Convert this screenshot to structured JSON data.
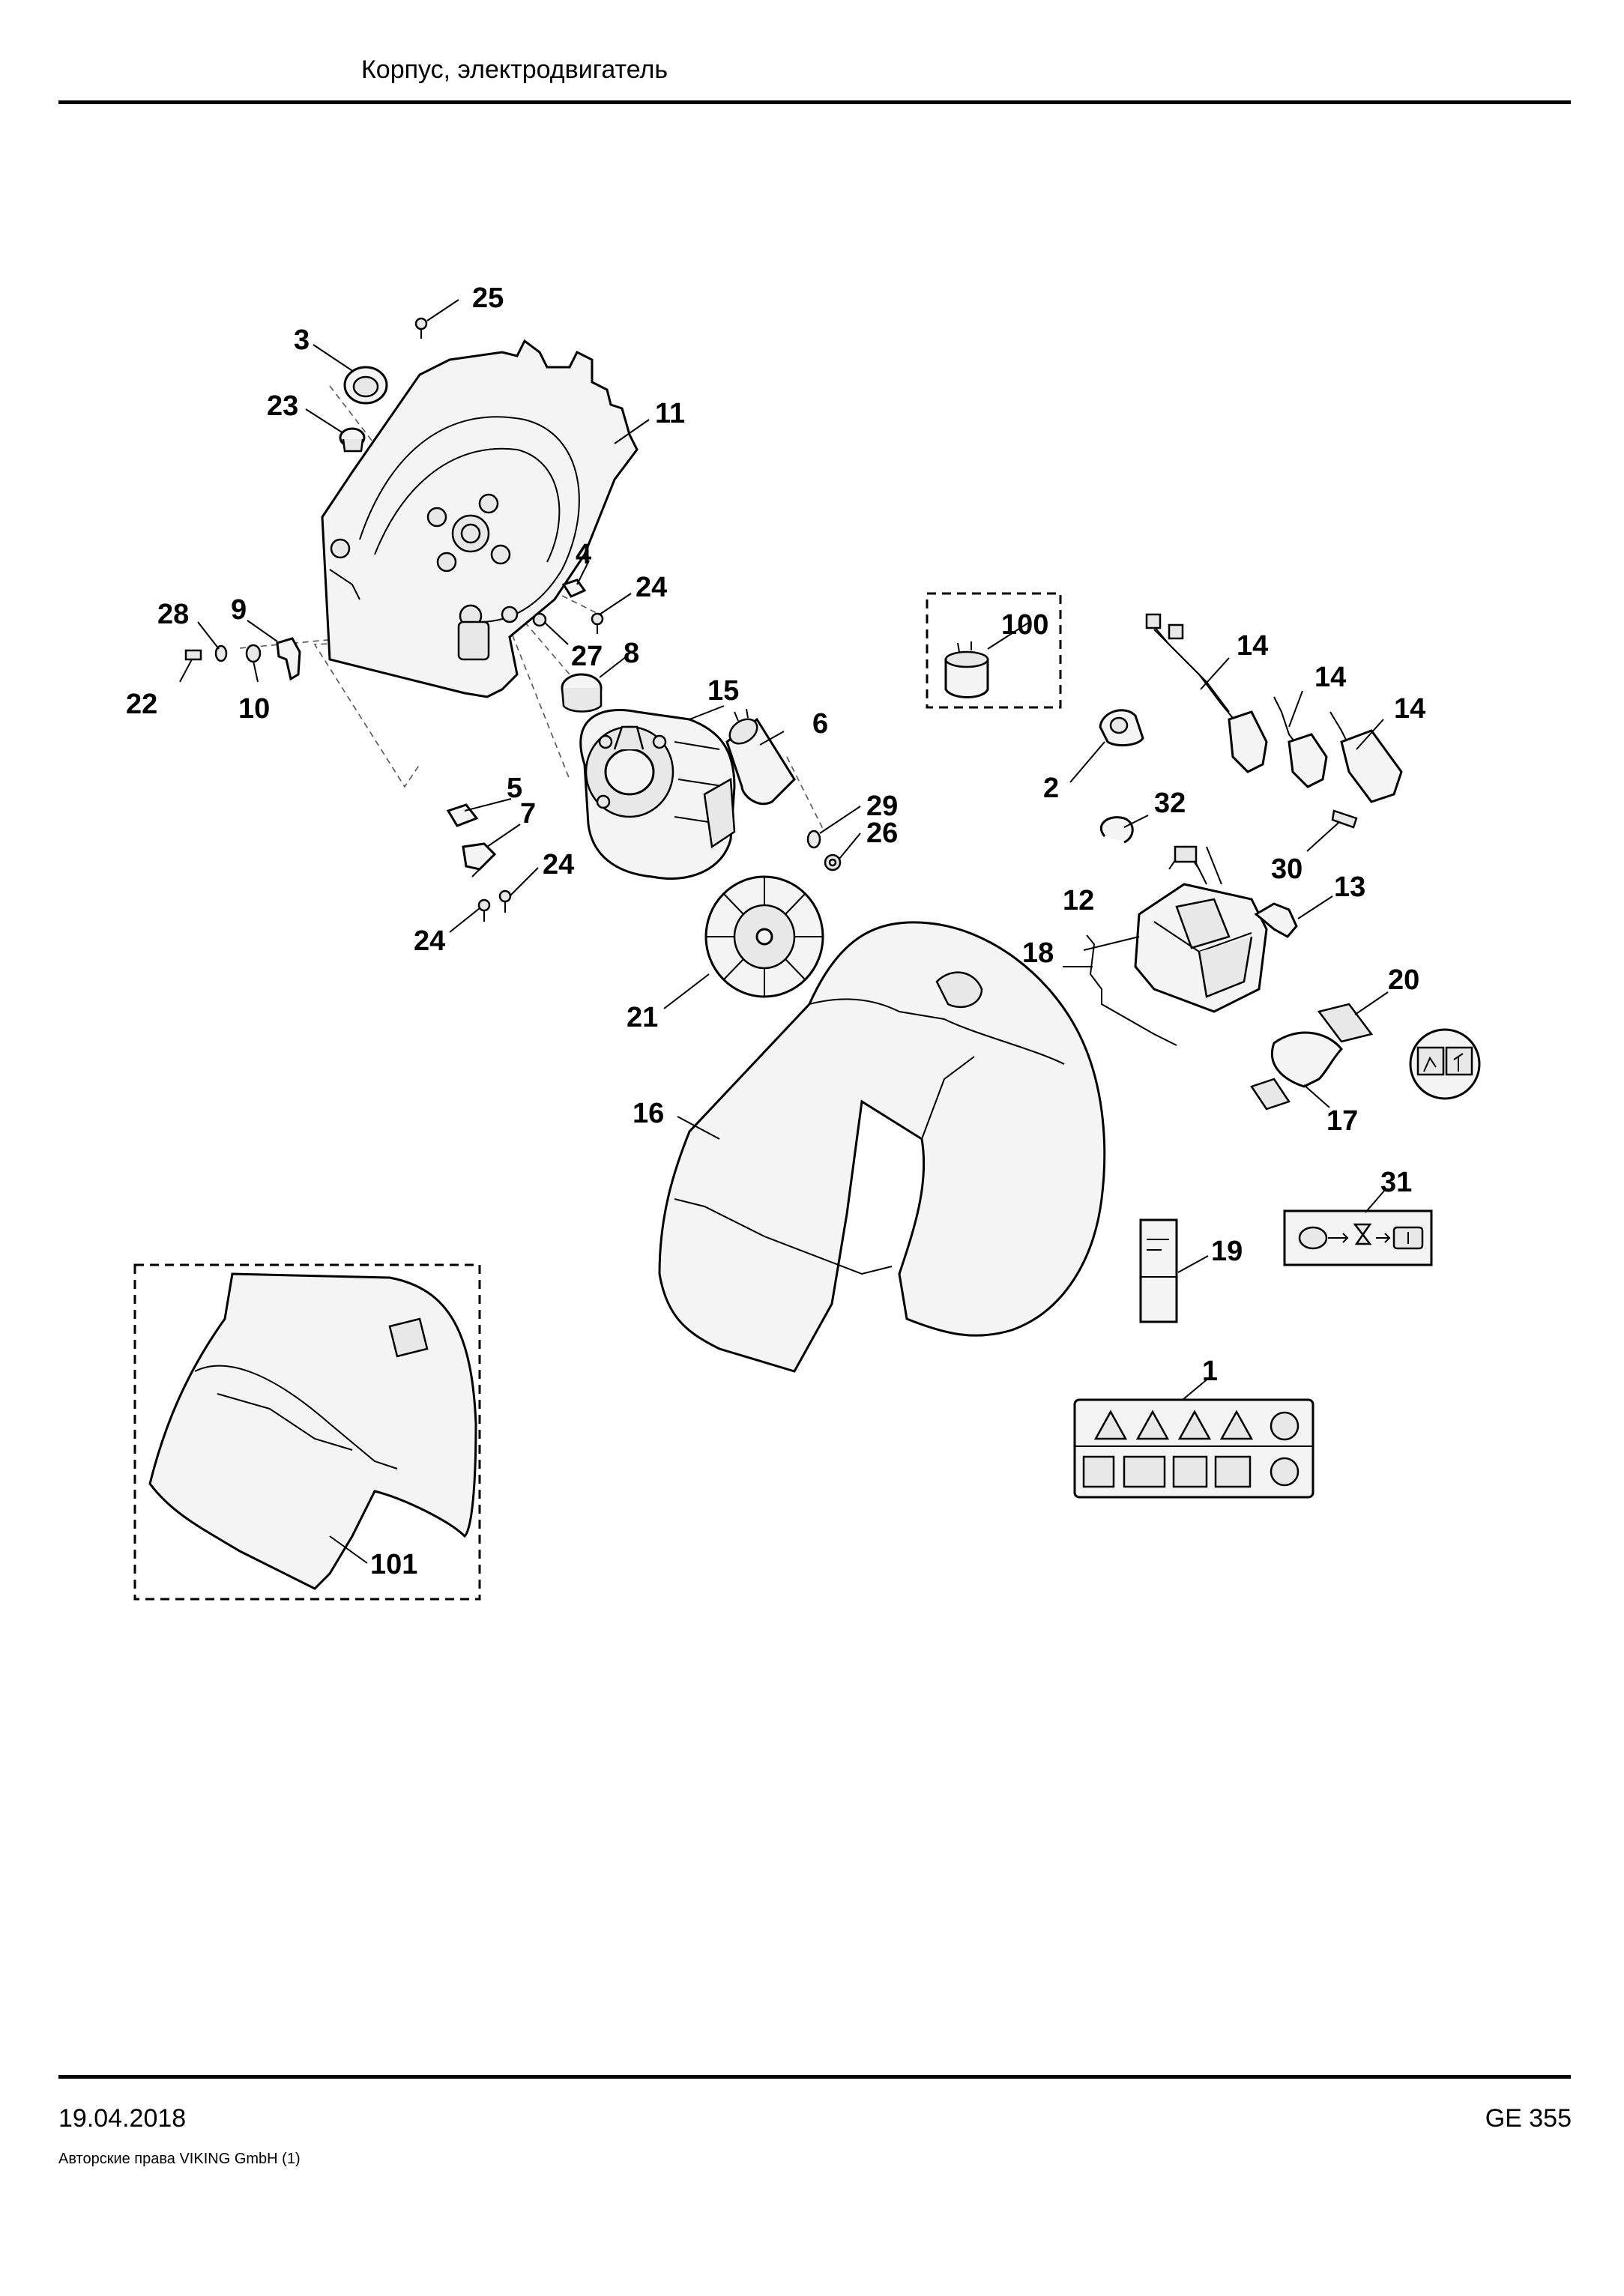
{
  "header": {
    "title": "Корпус, электродвигатель"
  },
  "footer": {
    "date": "19.04.2018",
    "copyright": "Авторские права VIKING GmbH  (1)",
    "model": "GE 355"
  },
  "callouts": {
    "c1": "1",
    "c2": "2",
    "c3": "3",
    "c4": "4",
    "c5": "5",
    "c6": "6",
    "c7": "7",
    "c8": "8",
    "c9": "9",
    "c10": "10",
    "c11": "11",
    "c12": "12",
    "c13": "13",
    "c14a": "14",
    "c14b": "14",
    "c14c": "14",
    "c15": "15",
    "c16": "16",
    "c17": "17",
    "c18": "18",
    "c19": "19",
    "c20": "20",
    "c21": "21",
    "c22": "22",
    "c23": "23",
    "c24a": "24",
    "c24b": "24",
    "c24c": "24",
    "c25": "25",
    "c26": "26",
    "c27": "27",
    "c28": "28",
    "c29": "29",
    "c30": "30",
    "c31": "31",
    "c32": "32",
    "c100": "100",
    "c101": "101"
  },
  "icons": [
    "housing-cover-part-icon",
    "motor-part-icon",
    "fan-wheel-part-icon",
    "chassis-housing-part-icon",
    "switch-box-part-icon",
    "power-cord-part-icon",
    "capacitor-part-icon",
    "warning-label-icon"
  ]
}
